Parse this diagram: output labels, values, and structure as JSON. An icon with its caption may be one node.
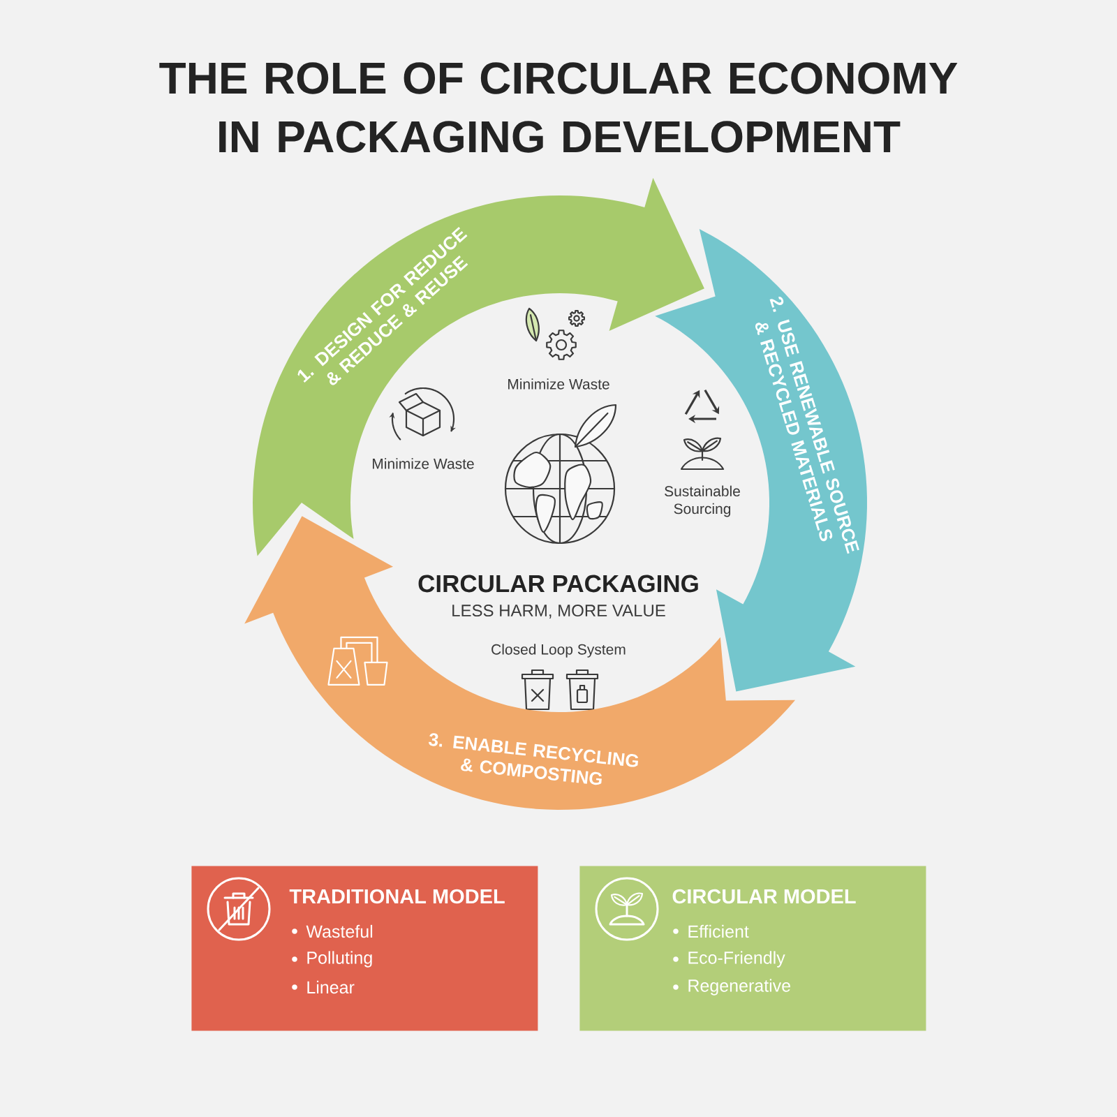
{
  "diagram": {
    "title": "THE ROLE OF CIRCULAR ECONOMY IN PACKAGING DEVELOPMENT",
    "nodes": [
      {
        "text": [
          "1. DESIGN FOR REDUCE & REDUCE & REUSE"
        ]
      },
      {
        "text": [
          "2. USE RENEWABLE SOURCE & RECYCLED MATERIALS"
        ]
      },
      {
        "text": [
          "3. ENABLE RECYCLING & COMPOSTING"
        ]
      },
      {
        "text": [
          "TRADITIONAL MODEL",
          "Wasteful",
          "Polluting",
          "Linear"
        ]
      },
      {
        "text": [
          "CIRCULAR MODEL",
          "Efficient",
          "Eco-Friendly",
          "Regenerative"
        ]
      }
    ],
    "labels": [
      "Minimize Waste",
      "Minimize Waste",
      "Sustainable Sourcing",
      "CIRCULAR PACKAGING",
      "LESS HARM, MORE VALUE",
      "Closed Loop System"
    ]
  }
}
